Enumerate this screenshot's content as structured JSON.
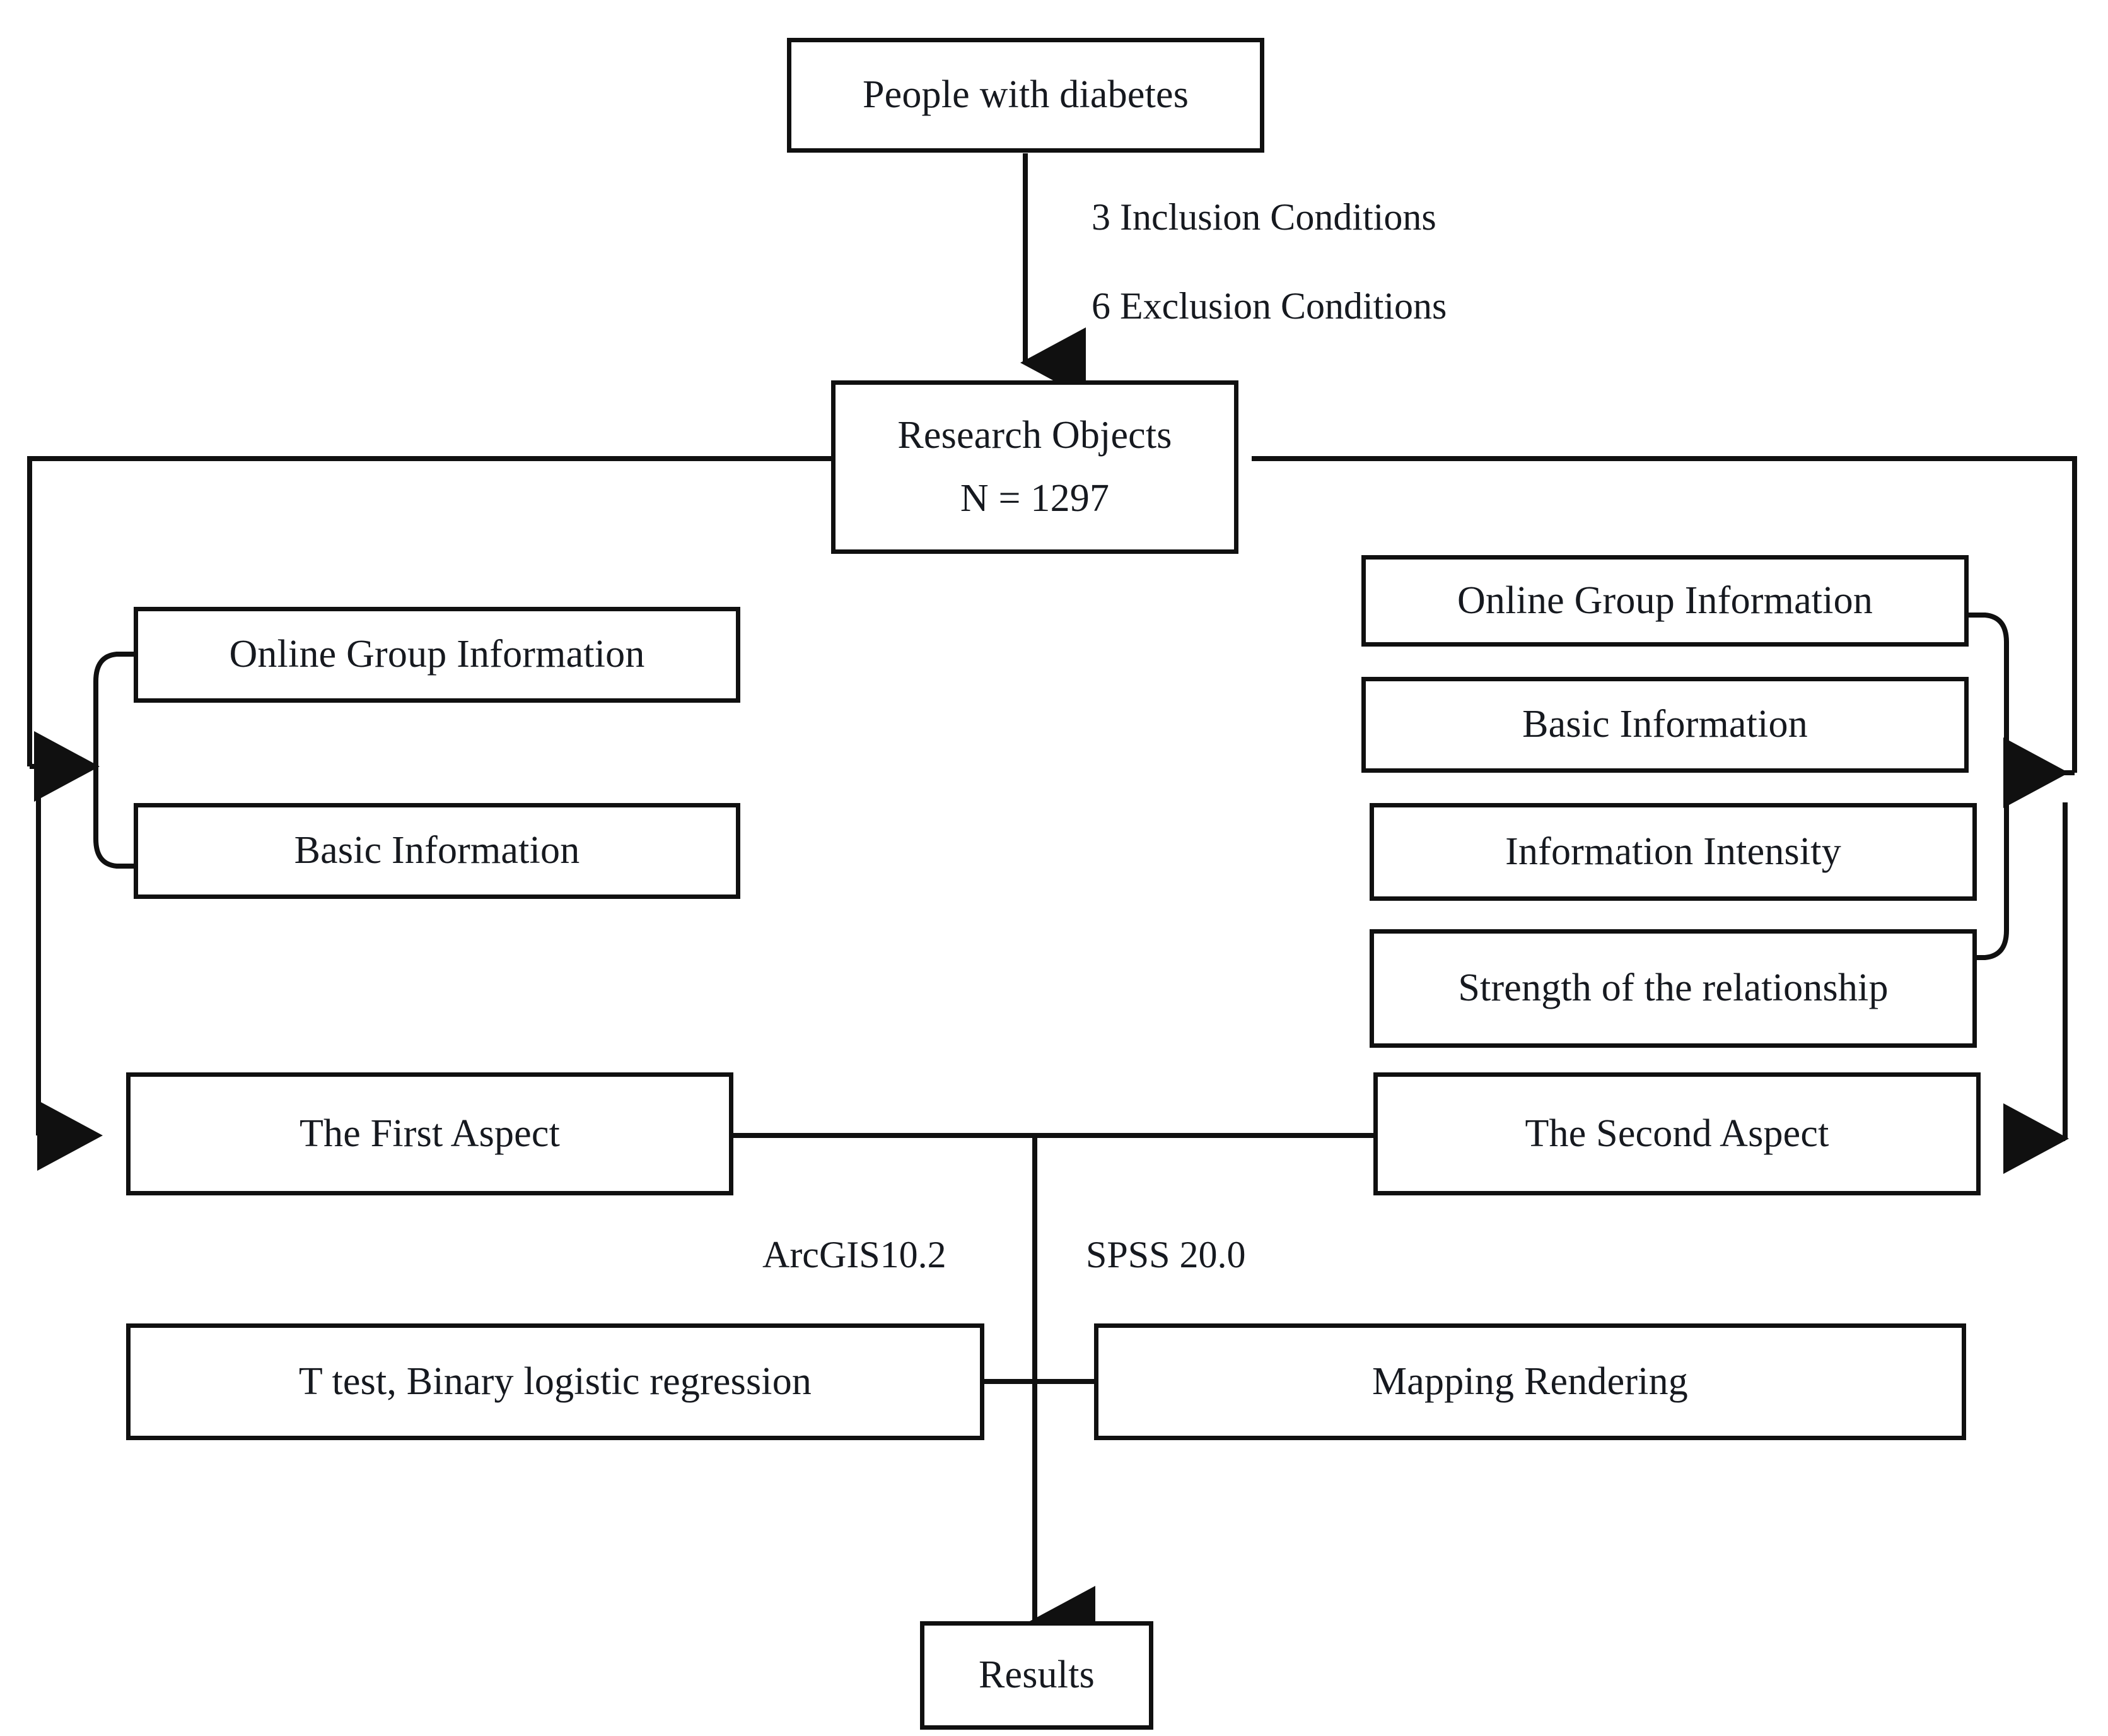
{
  "diagram": {
    "title": "Research design flowchart",
    "colors": {
      "stroke": "#101010",
      "text": "#16191f",
      "background": "#ffffff"
    },
    "nodes": {
      "people_with_diabetes": "People with diabetes",
      "research_objects_title": "Research Objects",
      "research_objects_count": "N = 1297",
      "left_online_group_information": "Online Group Information",
      "left_basic_information": "Basic Information",
      "right_online_group_information": "Online Group Information",
      "right_basic_information": "Basic Information",
      "right_information_intensity": "Information Intensity",
      "right_strength_of_relationship": "Strength of the relationship",
      "first_aspect": "The First Aspect",
      "second_aspect": "The Second Aspect",
      "stats_methods": "T test, Binary logistic regression",
      "mapping_rendering": "Mapping Rendering",
      "results": "Results"
    },
    "edge_labels": {
      "inclusion_conditions": "3 Inclusion Conditions",
      "exclusion_conditions": "6 Exclusion Conditions",
      "arcgis": "ArcGIS10.2",
      "spss": "SPSS 20.0"
    }
  }
}
